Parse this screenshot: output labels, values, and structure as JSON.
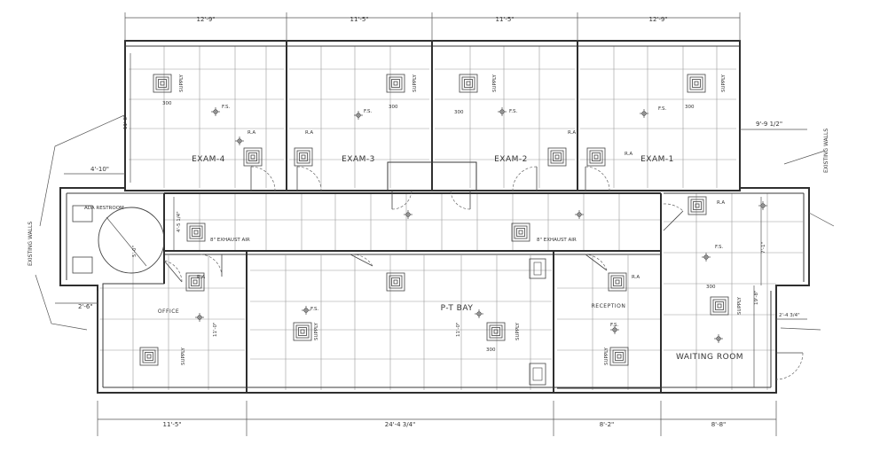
{
  "rooms": {
    "exam4": "EXAM-4",
    "exam3": "EXAM-3",
    "exam2": "EXAM-2",
    "exam1": "EXAM-1",
    "office": "OFFICE",
    "ptbay": "P-T BAY",
    "reception": "RECEPTION",
    "waiting": "WAITING ROOM",
    "ada_restroom": "ADA RESTROOM"
  },
  "dimensions": {
    "top_1": "12'-9\"",
    "top_2": "11'-5\"",
    "top_3": "11'-5\"",
    "top_4": "12'-9\"",
    "bottom_1": "11'-5\"",
    "bottom_2": "24'-4 3/4\"",
    "bottom_3": "8'-2\"",
    "bottom_4": "8'-8\"",
    "left_exam_height": "11'-8\"",
    "left_4_10": "4'-10\"",
    "left_2_6": "2'-6\"",
    "corridor_width": "4'-5 1/4\"",
    "restroom_circle": "5'-0\"",
    "office_height": "11'-0\"",
    "ptbay_height": "11'-0\"",
    "right_9_9": "9'-9 1/2\"",
    "right_7_1": "7'-1\"",
    "right_19_8": "19'-8\"",
    "right_2_4": "2'-4 3/4\""
  },
  "labels": {
    "existing_walls_left": "EXISTING WALLS",
    "existing_walls_right": "EXISTING WALLS",
    "supply": "SUPPLY",
    "ra": "R.A",
    "fs": "F.S.",
    "exhaust": "8\" EXHAUST AIR",
    "cfm_300": "300"
  }
}
